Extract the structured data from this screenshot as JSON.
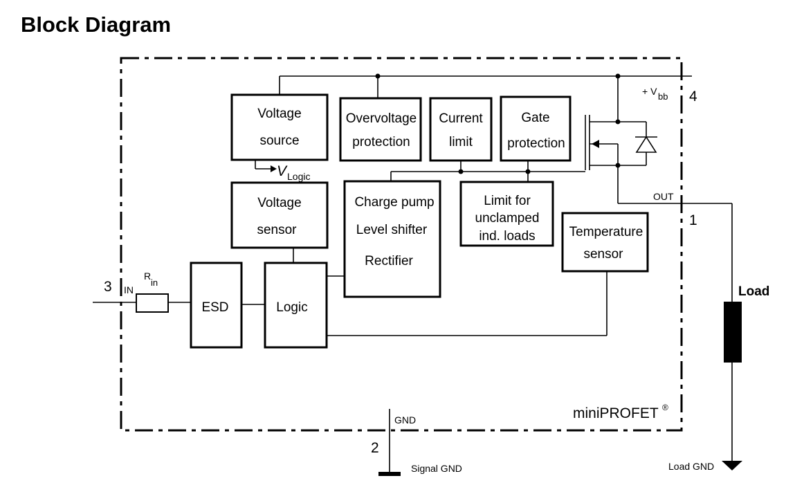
{
  "title": "Block Diagram",
  "blocks": {
    "voltage_source": [
      "Voltage",
      "source"
    ],
    "overvoltage": [
      "Overvoltage",
      "protection"
    ],
    "current_limit": [
      "Current",
      "limit"
    ],
    "gate_protection": [
      "Gate",
      "protection"
    ],
    "voltage_sensor": [
      "Voltage",
      "sensor"
    ],
    "charge_pump": [
      "Charge pump",
      "Level shifter",
      "Rectifier"
    ],
    "limit_unclamped": [
      "Limit for",
      "unclamped",
      "ind. loads"
    ],
    "temperature_sensor": [
      "Temperature",
      "sensor"
    ],
    "esd": "ESD",
    "logic": "Logic"
  },
  "labels": {
    "vlogic_main": "V",
    "vlogic_sub": "Logic",
    "vbb_prefix": "+ V",
    "vbb_sub": "bb",
    "rin_main": "R",
    "rin_sub": "in",
    "in": "IN",
    "out": "OUT",
    "gnd": "GND",
    "signal_gnd": "Signal GND",
    "load": "Load",
    "load_gnd": "Load GND",
    "brand": "miniPROFET",
    "brand_reg": "®"
  },
  "pins": {
    "vbb": "4",
    "out": "1",
    "in": "3",
    "gnd": "2"
  }
}
